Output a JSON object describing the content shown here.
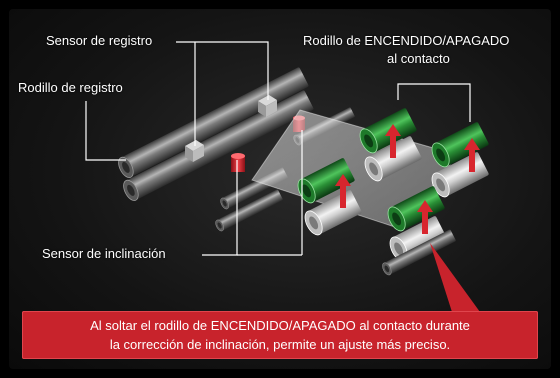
{
  "labels": {
    "registration_sensor": "Sensor de registro",
    "registration_roller": "Rodillo de registro",
    "skew_sensor": "Sensor de inclinación",
    "onoff_roller_line1": "Rodillo de ENCENDIDO/APAGADO",
    "onoff_roller_line2": "al contacto"
  },
  "callout": {
    "line1": "Al soltar el rodillo de ENCENDIDO/APAGADO al contacto durante",
    "line2": "la corrección de inclinación, permite un ajuste más preciso."
  },
  "colors": {
    "background": "#000000",
    "panel": "#1a1a1a",
    "callout": "#c8232c",
    "roller_gray": "#8a8a8a",
    "roller_green": "#2e9e3e",
    "arrow_red": "#d8262e",
    "sensor_red": "#d8262e",
    "leader_line": "#ffffff"
  }
}
